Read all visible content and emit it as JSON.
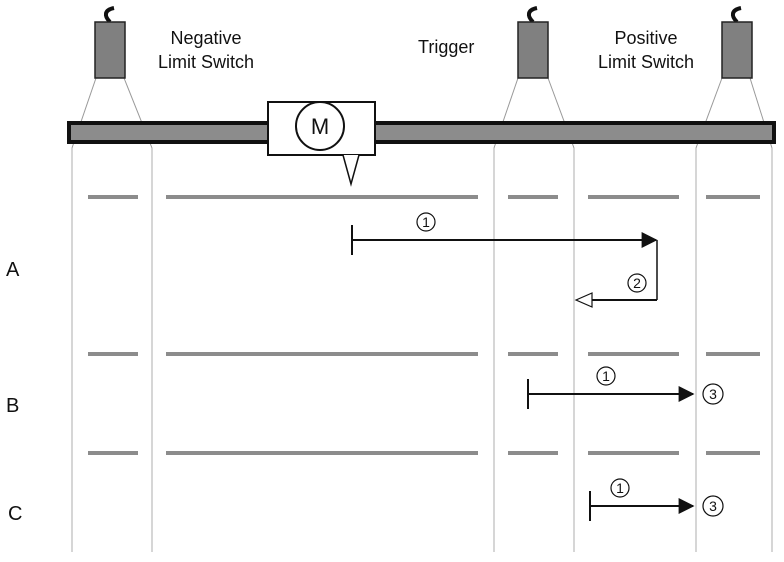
{
  "labels": {
    "negative_limit_switch_line1": "Negative",
    "negative_limit_switch_line2": "Limit Switch",
    "trigger": "Trigger",
    "positive_limit_switch_line1": "Positive",
    "positive_limit_switch_line2": "Limit Switch",
    "motor": "M"
  },
  "rows": {
    "a": "A",
    "b": "B",
    "c": "C"
  },
  "steps": {
    "a1": "1",
    "a2": "2",
    "b1": "1",
    "b3": "3",
    "c1": "1",
    "c3": "3"
  },
  "colors": {
    "sensor_body": "#808080",
    "rail": "#8c8c8c",
    "dash": "#8c8c8c",
    "guide_line": "#c8c8c8",
    "arrow": "#111111"
  }
}
